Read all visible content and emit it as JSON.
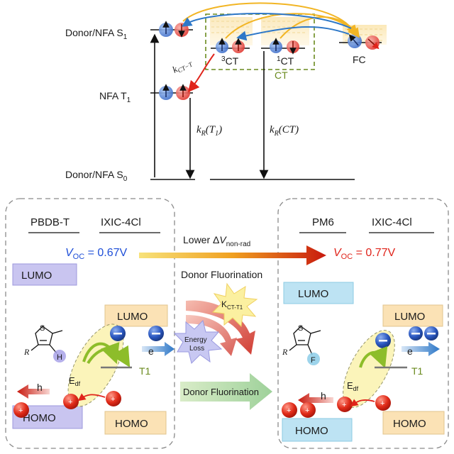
{
  "top": {
    "s1_label": "Donor/NFA S",
    "s1_sub": "1",
    "t1_label": "NFA  T",
    "t1_sub": "1",
    "s0_label": "Donor/NFA S",
    "s0_sub": "0",
    "ct3_sup": "3",
    "ct3_label": "CT",
    "ct1_sup": "1",
    "ct1_label": "CT",
    "ct_box_label": "CT",
    "fc_label": "FC",
    "k_ct_t_main": "k",
    "k_ct_t_sub": "CT−T",
    "kr_t1_main": "k",
    "kr_t1_sub": "R",
    "kr_t1_arg": "(T",
    "kr_t1_arg_sub": "1",
    "kr_t1_close": ")",
    "kr_ct_main": "k",
    "kr_ct_sub": "R",
    "kr_ct_arg": "(CT)"
  },
  "left_panel": {
    "donor": "PBDB-T",
    "acceptor": "IXIC-4Cl",
    "voc_label": "V",
    "voc_sub": "OC",
    "voc_value": " = 0.67V",
    "lumo_donor": "LUMO",
    "lumo_acceptor": "LUMO",
    "homo_donor": "HOMO",
    "homo_acceptor": "HOMO",
    "e_label": "e",
    "h_label": "h",
    "t1_label": "T1",
    "edf_label": "E",
    "edf_sub": "df",
    "atom_label": "H",
    "r_label": "R",
    "s_label": "S"
  },
  "right_panel": {
    "donor": "PM6",
    "acceptor": "IXIC-4Cl",
    "voc_label": "V",
    "voc_sub": "OC",
    "voc_value": " = 0.77V",
    "lumo_donor": "LUMO",
    "lumo_acceptor": "LUMO",
    "homo_donor": "HOMO",
    "homo_acceptor": "HOMO",
    "e_label": "e",
    "h_label": "h",
    "t1_label": "T1",
    "edf_label": "E",
    "edf_sub": "df",
    "atom_label": "F",
    "r_label": "R",
    "s_label": "S"
  },
  "middle": {
    "lower_label": "Lower Δ",
    "lower_v": "V",
    "lower_sub": "non-rad",
    "donor_fluorination_1": "Donor Fluorination",
    "k_ct_t1": "K",
    "k_ct_t1_sub": "CT-T1",
    "energy_loss_1": "Energy",
    "energy_loss_2": "Loss",
    "donor_fluorination_2": "Donor Fluorination"
  },
  "colors": {
    "blue_voc": "#1f4fd8",
    "red_voc": "#e0241b",
    "ct_green": "#6a8a1e",
    "spin_blue": "#4a7fd6",
    "spin_red": "#e8403a",
    "lumo_left": "#c9c5f0",
    "lumo_right": "#bde3f3",
    "orbital_orange": "#fbe2b5",
    "yellow_arrow": "#f2b524",
    "blue_arrow": "#2e78c8"
  }
}
